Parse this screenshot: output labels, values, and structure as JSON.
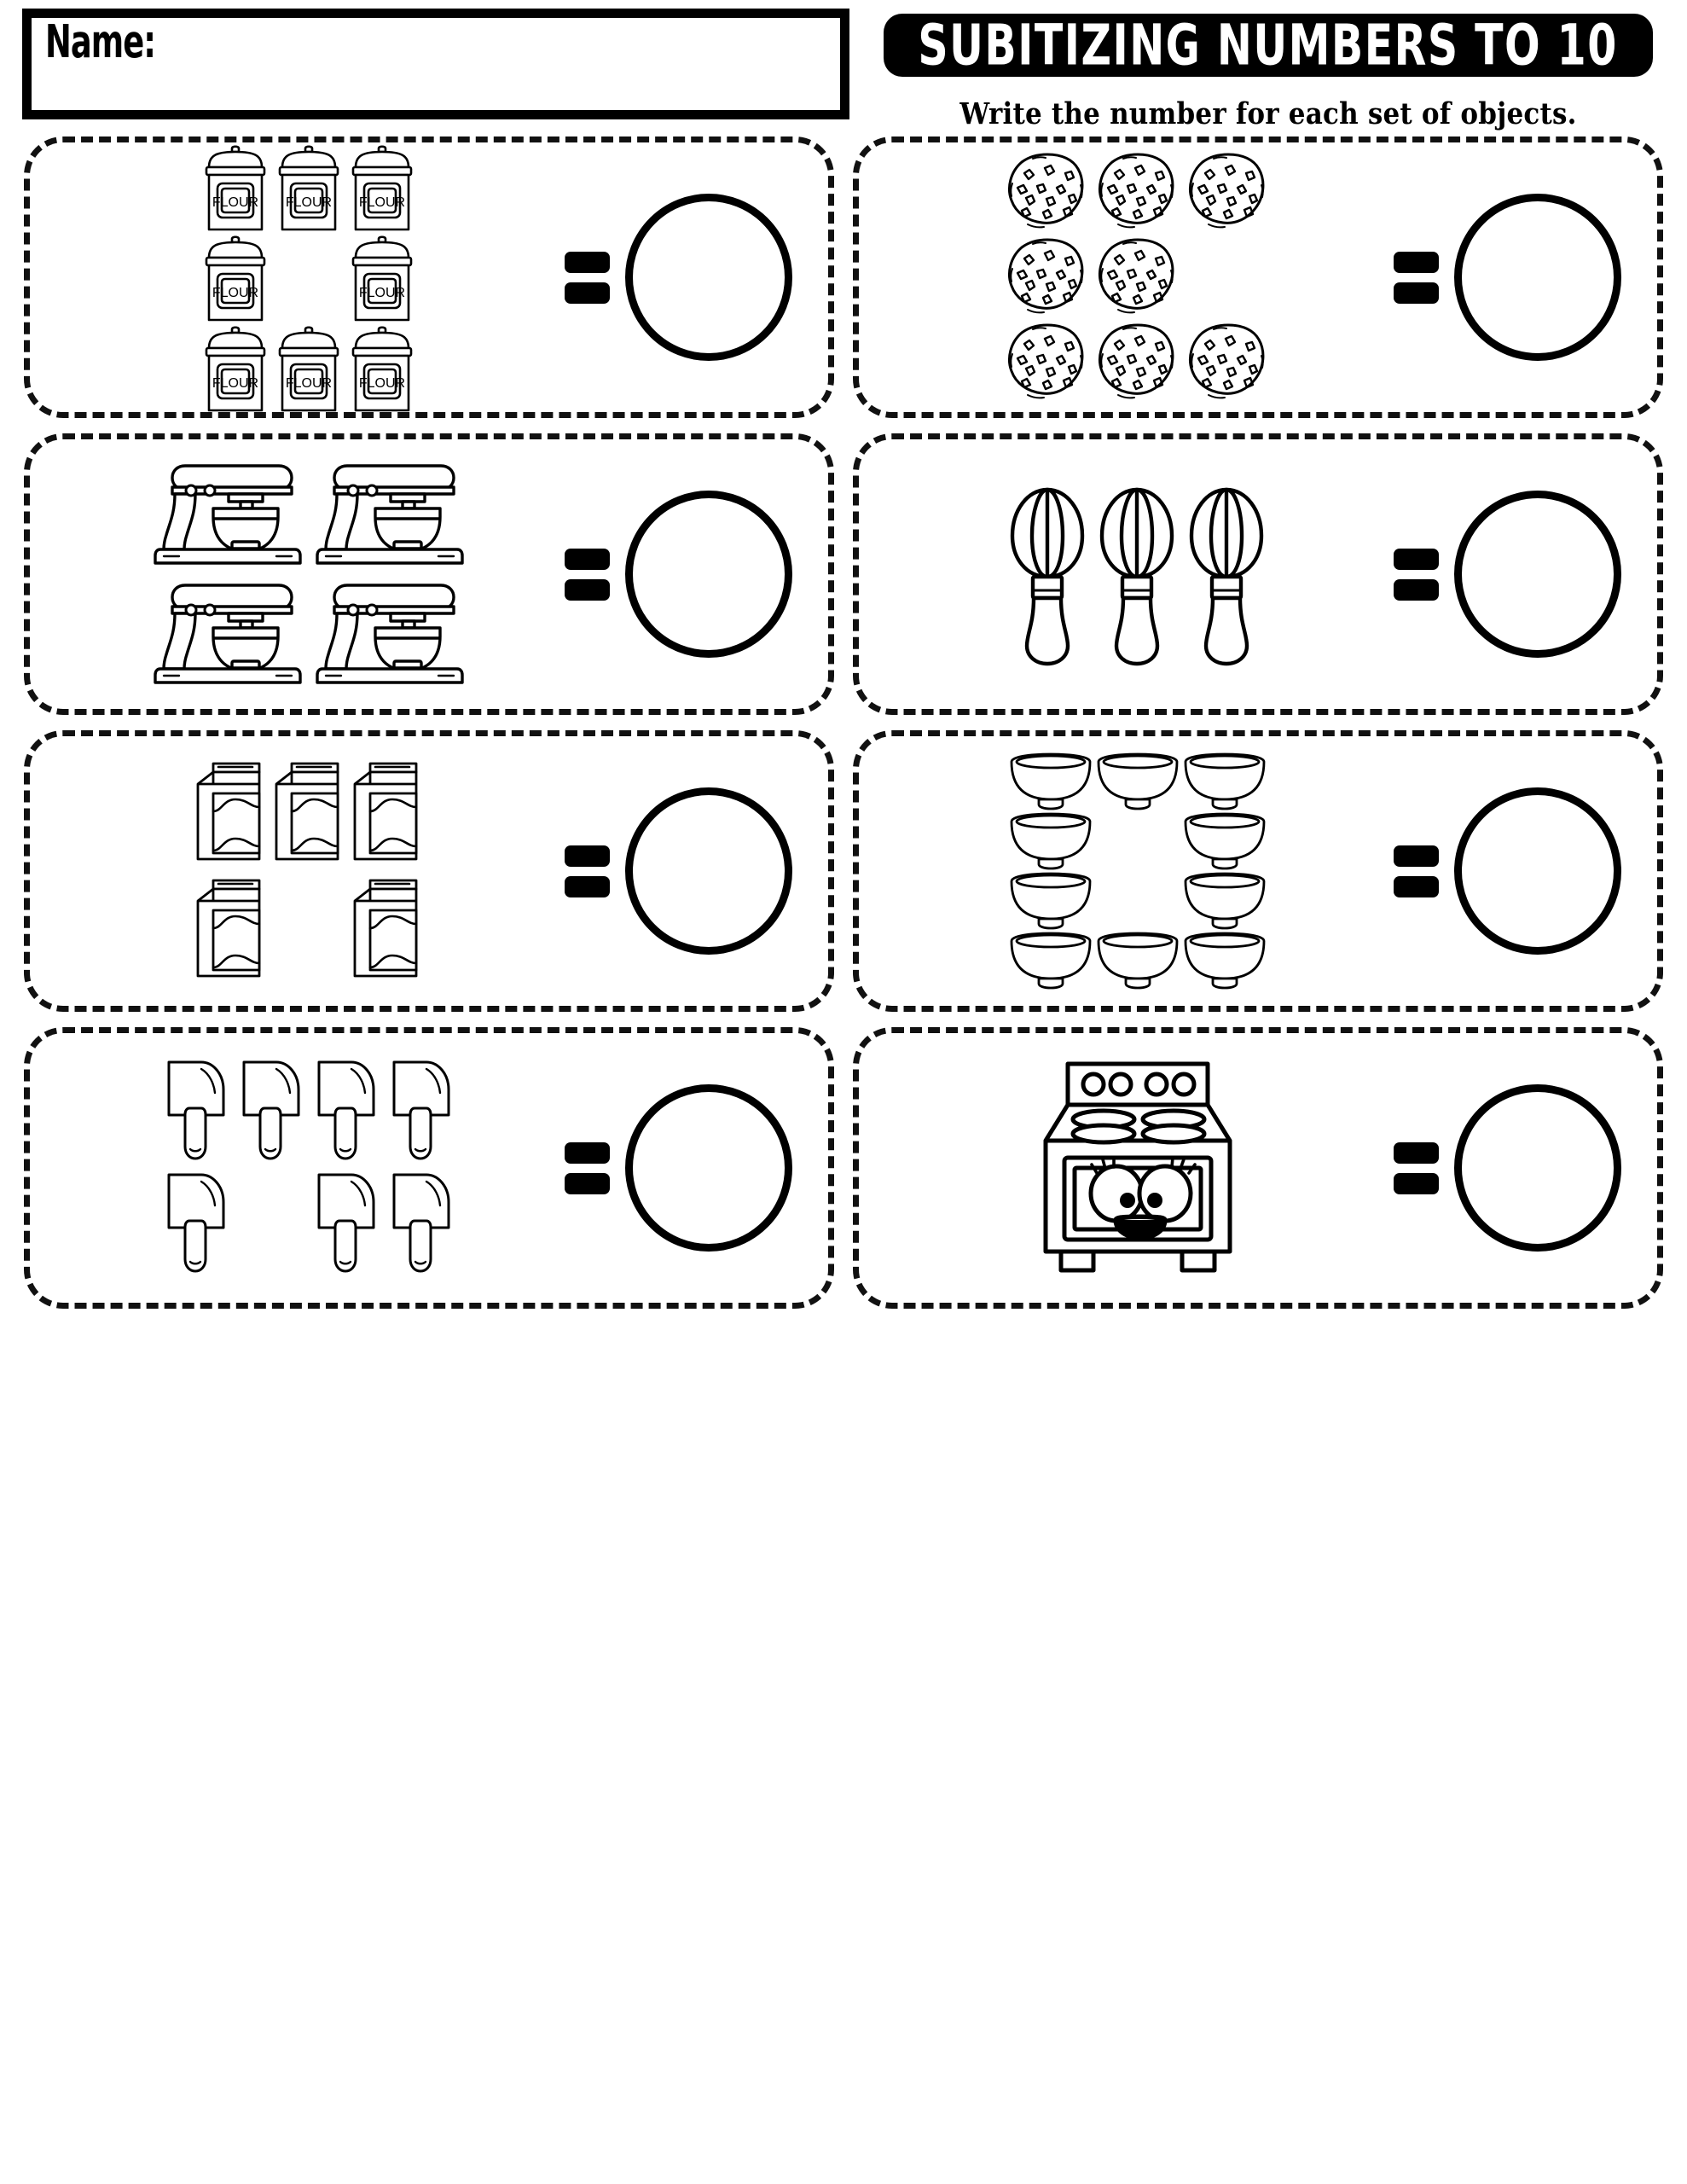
{
  "header": {
    "name_label": "Name:",
    "title": "SUBITIZING NUMBERS TO 10",
    "subtitle": "Write the  number  for each  set of objects.",
    "title_bg_color": "#000000",
    "title_text_color": "#ffffff"
  },
  "worksheet": {
    "answer_symbol": "equals",
    "answer_field_placeholder": "",
    "box_border_style": "dashed",
    "ink_color": "#000000",
    "paper_color": "#ffffff"
  },
  "problems": [
    {
      "index": 1,
      "object_name": "flour-canister",
      "object_label": "FLOUR",
      "count": 8,
      "rows": [
        3,
        2,
        3
      ],
      "answer": ""
    },
    {
      "index": 2,
      "object_name": "chocolate-chip-cookie",
      "object_label": "",
      "count": 8,
      "rows": [
        3,
        2,
        3
      ],
      "answer": ""
    },
    {
      "index": 3,
      "object_name": "stand-mixer",
      "object_label": "",
      "count": 4,
      "rows": [
        2,
        2
      ],
      "answer": ""
    },
    {
      "index": 4,
      "object_name": "whisk",
      "object_label": "",
      "count": 3,
      "rows": [
        3
      ],
      "answer": ""
    },
    {
      "index": 5,
      "object_name": "milk-carton",
      "object_label": "",
      "count": 5,
      "rows": [
        3,
        2
      ],
      "answer": ""
    },
    {
      "index": 6,
      "object_name": "mixing-bowl",
      "object_label": "",
      "count": 10,
      "rows": [
        3,
        2,
        2,
        3
      ],
      "answer": ""
    },
    {
      "index": 7,
      "object_name": "spatula",
      "object_label": "",
      "count": 7,
      "rows": [
        4,
        3
      ],
      "answer": ""
    },
    {
      "index": 8,
      "object_name": "oven-with-face",
      "object_label": "",
      "count": 1,
      "rows": [
        1
      ],
      "answer": ""
    }
  ]
}
